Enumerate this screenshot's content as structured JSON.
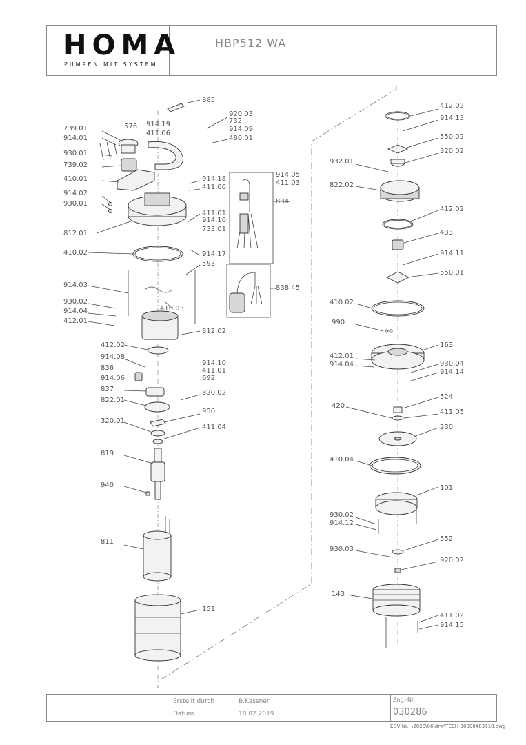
{
  "header": {
    "logo": "HOMA",
    "logo_tagline": "PUMPEN MIT SYSTEM",
    "model": "HBP512 WA"
  },
  "footer": {
    "created_label": "Erstellt durch",
    "created_sep": ":",
    "created_value": "B.Kassner",
    "date_label": "Datum",
    "date_sep": ":",
    "date_value": "18.02.2019",
    "drawing_no_label": "Zng.-Nr.:",
    "drawing_no": "030286",
    "edv_path": "EDV Nr.: \\2020\\06\\drw\\TECH-00000483718.dwg"
  },
  "parts_left": [
    "885",
    "920.03",
    "732",
    "914.09",
    "480.01",
    "739.01",
    "576",
    "914.19",
    "411.06",
    "914.01",
    "930.01",
    "739.02",
    "914.18",
    "411.06",
    "410.01",
    "914.02",
    "930.01",
    "411.01",
    "914.16",
    "733.01",
    "812.01",
    "410.02",
    "914.17",
    "593",
    "914.03",
    "930.02",
    "914.04",
    "410.03",
    "412.01",
    "812.02",
    "412.02",
    "914.08",
    "914.10",
    "411.01",
    "692",
    "836",
    "914.06",
    "837",
    "820.02",
    "822.01",
    "950",
    "320.01",
    "411.04",
    "819",
    "940",
    "811",
    "151"
  ],
  "parts_box": [
    "914.05",
    "411.03",
    "834",
    "838.45"
  ],
  "parts_right": [
    "412.02",
    "914.13",
    "550.02",
    "320.02",
    "932.01",
    "822.02",
    "412.02",
    "433",
    "914.11",
    "550.01",
    "410.02",
    "990",
    "163",
    "412.01",
    "914.04",
    "930.04",
    "914.14",
    "524",
    "420",
    "411.05",
    "230",
    "410.04",
    "101",
    "930.02",
    "914.12",
    "552",
    "930.03",
    "920.02",
    "143",
    "411.02",
    "914.15"
  ]
}
